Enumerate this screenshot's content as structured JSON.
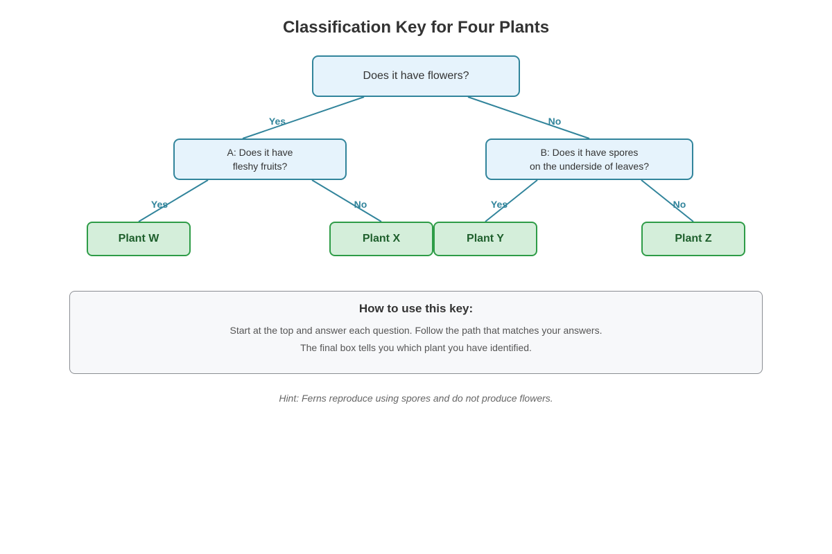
{
  "title": "Classification Key for Four Plants",
  "root_question": "Does it have flowers?",
  "question_a": {
    "line1": "A: Does it have",
    "line2": "fleshy fruits?"
  },
  "question_b": {
    "line1": "B: Does it have spores",
    "line2": "on the underside of leaves?"
  },
  "edge_labels": {
    "root_yes": "Yes",
    "root_no": "No",
    "a_yes": "Yes",
    "a_no": "No",
    "b_yes": "Yes",
    "b_no": "No"
  },
  "leaves": {
    "w": "Plant W",
    "x": "Plant X",
    "y": "Plant Y",
    "z": "Plant Z"
  },
  "instructions": {
    "heading": "How to use this key:",
    "line1": "Start at the top and answer each question. Follow the path that matches your answers.",
    "line2": "The final box tells you which plant you have identified."
  },
  "hint": "Hint: Ferns reproduce using spores and do not produce flowers.",
  "colors": {
    "question_fill": "#e6f3fc",
    "question_border": "#31849b",
    "leaf_fill": "#d4eeda",
    "leaf_border": "#2e9c47",
    "leaf_text": "#1e5f2c",
    "edge_label": "#31849b"
  }
}
